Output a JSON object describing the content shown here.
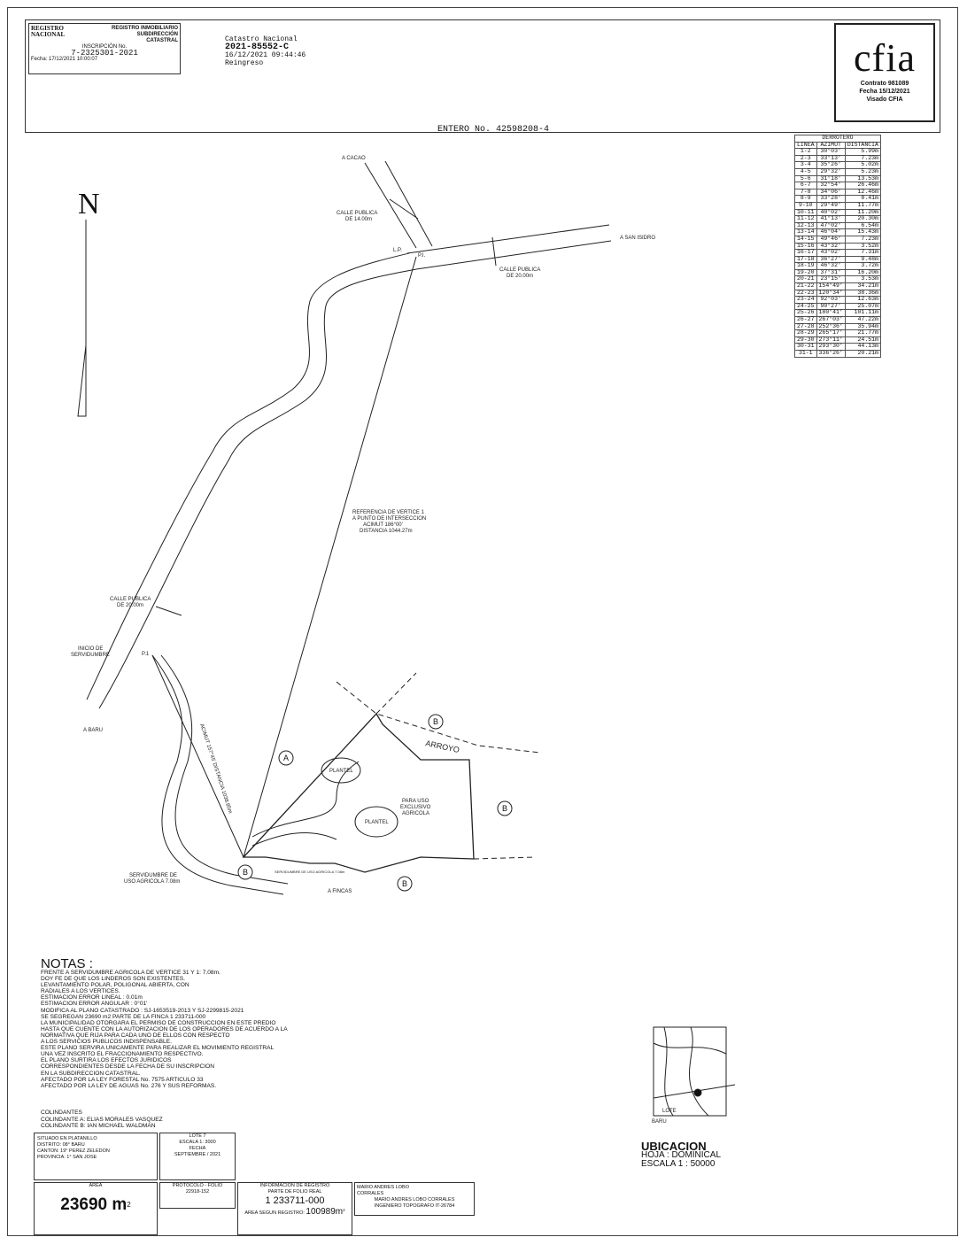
{
  "stamp": {
    "title_line1": "REGISTRO INMOBILIARIO",
    "title_line2": "SUBDIRECCIÓN",
    "title_line3": "CATASTRAL",
    "logo_text": "REGISTRO NACIONAL",
    "inscripcion_label": "INSCRIPCIÓN No.",
    "inscripcion_no": "7-2325301-2021",
    "fecha_line": "Fecha: 17/12/2021 10:00:07"
  },
  "catastro": {
    "line1": "Catastro Nacional",
    "line2": "2021-85552-C",
    "line3": "16/12/2021 09:44:46",
    "line4": "Reingreso"
  },
  "cfia": {
    "logo": "cfia",
    "contrato": "Contrato 981089",
    "fecha": "Fecha 15/12/2021",
    "visado": "Visado CFIA"
  },
  "entero": "ENTERO No. 42598208-4",
  "derrotero": {
    "title": "DERROTERO",
    "headers": [
      "LINEA",
      "AZIMUT",
      "DISTANCIA"
    ],
    "rows": [
      [
        "1-2",
        "30°03'",
        "5.99m"
      ],
      [
        "2-3",
        "33°13'",
        "7.23m"
      ],
      [
        "3-4",
        "35°26'",
        "5.02m"
      ],
      [
        "4-5",
        "29°32'",
        "5.23m"
      ],
      [
        "5-6",
        "31°18'",
        "13.53m"
      ],
      [
        "6-7",
        "32°54'",
        "26.46m"
      ],
      [
        "7-8",
        "34°06'",
        "12.46m"
      ],
      [
        "8-9",
        "33°28'",
        "8.41m"
      ],
      [
        "9-10",
        "29°49'",
        "11.77m"
      ],
      [
        "10-11",
        "40°02'",
        "11.20m"
      ],
      [
        "11-12",
        "41°13'",
        "20.30m"
      ],
      [
        "12-13",
        "47°02'",
        "6.54m"
      ],
      [
        "13-14",
        "46°04'",
        "15.43m"
      ],
      [
        "14-15",
        "49°46'",
        "7.23m"
      ],
      [
        "15-16",
        "43°32'",
        "3.52m"
      ],
      [
        "16-17",
        "43°02'",
        "7.31m"
      ],
      [
        "17-18",
        "36°27'",
        "9.48m"
      ],
      [
        "18-19",
        "46°32'",
        "3.72m"
      ],
      [
        "19-20",
        "37°31'",
        "16.20m"
      ],
      [
        "20-21",
        "23°15'",
        "3.53m"
      ],
      [
        "21-22",
        "154°49'",
        "34.21m"
      ],
      [
        "22-23",
        "120°34'",
        "38.36m"
      ],
      [
        "23-24",
        "92°03'",
        "12.63m"
      ],
      [
        "24-25",
        "90°27'",
        "25.07m"
      ],
      [
        "25-26",
        "180°41'",
        "101.11m"
      ],
      [
        "26-27",
        "267°03'",
        "47.22m"
      ],
      [
        "27-28",
        "252°36'",
        "35.94m"
      ],
      [
        "28-29",
        "265°17'",
        "21.77m"
      ],
      [
        "29-30",
        "273°11'",
        "24.51m"
      ],
      [
        "30-31",
        "293°30'",
        "44.13m"
      ],
      [
        "31-1",
        "336°26'",
        "20.21m"
      ]
    ]
  },
  "map": {
    "north": "N",
    "a_cacao": "A CACAO",
    "calle14": "CALLE PUBLICA",
    "calle14_w": "DE 14.00m",
    "lp": "L.P.",
    "p1": "P.I.",
    "san_isidro": "A SAN ISIDRO",
    "calle20": "CALLE PUBLICA",
    "calle20_w": "DE 20.00m",
    "ref1": "REFERENCIA DE VERTICE 1",
    "ref2": "A PUNTO DE INTERSECCION",
    "ref3": "ACIMUT 186°00'",
    "ref4": "DISTANCIA 1044.27m",
    "calle20b": "CALLE PUBLICA",
    "calle20b_w": "DE 20.00m",
    "inicio1": "INICIO DE",
    "inicio2": "SERVIDUMBRE",
    "p1b": "P.1",
    "a_baru": "A BARU",
    "acimut_serv": "ACIMUT 157°45' DISTANCIA 1038.85m",
    "arroyo": "ARROYO",
    "plantel1": "PLANTEL",
    "plantel2": "PLANTEL",
    "uso1": "PARA USO",
    "uso2": "EXCLUSIVO",
    "uso3": "AGRICOLA",
    "serv1": "SERVIDUMBRE DE",
    "serv2": "USO AGRICOLA 7.08m",
    "serv_uso": "SERVIDUMBRE DE USO AGRICOLA 7.08m",
    "a_fincas": "A FINCAS",
    "letter_a": "A",
    "letter_b": "B"
  },
  "notas": {
    "title": "NOTAS :",
    "lines": [
      "FRENTE A SERVIDUMBRE AGRICOLA DE VERTICE 31 Y 1: 7.08m.",
      "DOY FE DE QUE LOS LINDEROS SON EXISTENTES.",
      "LEVANTAMIENTO POLAR, POLIGONAL ABIERTA, CON",
      "RADIALES A LOS VERTICES.",
      "ESTIMACION ERROR LINEAL : 0.01m",
      "ESTIMACION ERROR ANGULAR : 0°01'",
      "MODIFICA AL PLANO CATASTRADO : SJ-1653519-2013 Y SJ-2299815-2021",
      "SE SEGREGAN 23690 m2 PARTE DE LA FINCA 1 233711-000",
      "LA MUNICIPALIDAD OTORGARA EL PERMISO DE CONSTRUCCION EN ESTE PREDIO",
      "HASTA QUE CUENTE CON LA AUTORIZACION DE LOS OPERADORES DE ACUERDO A LA",
      "NORMATIVA QUE RIJA PARA CADA UNO DE ELLOS CON RESPECTO",
      "A LOS SERVICIOS PUBLICOS INDISPENSABLE.",
      "ESTE PLANO SERVIRA UNICAMENTE PARA REALIZAR EL MOVIMIENTO REGISTRAL",
      "UNA VEZ INSCRITO EL FRACCIONAMIENTO RESPECTIVO.",
      "EL PLANO SURTIRA LOS EFECTOS JURIDICOS",
      "CORRESPONDIENTES DESDE LA FECHA DE SU INSCRIPCION",
      "EN LA SUBDIRECCION CATASTRAL.",
      "AFECTADO POR LA LEY FORESTAL No. 7575 ARTICULO 33",
      "AFECTADO POR LA LEY DE AGUAS No. 276 Y SUS REFORMAS."
    ]
  },
  "colindantes": {
    "title": "COLINDANTES",
    "a": "COLINDANTE A: ELIAS MORALES VASQUEZ",
    "b": "COLINDANTE B: IAN MICHAEL WALDMAN"
  },
  "situado": {
    "l1": "SITUADO EN PLATANILLO",
    "l2": "DISTRITO: 08° BARU",
    "l3": "CANTON: 19° PEREZ ZELEDON",
    "l4": "PROVINCIA: 1° SAN JOSE"
  },
  "lote": {
    "lote": "LOTE 7",
    "escala": "ESCALA 1: 3000",
    "fecha_l": "FECHA",
    "fecha": "SEPTIEMBRE / 2021",
    "protocolo_l": "PROTOCOLO - FOLIO",
    "protocolo": "22918-152"
  },
  "area": {
    "label": "AREA",
    "value": "23690 m",
    "sup": "2"
  },
  "registro": {
    "l1": "INFORMACION DE REGISTRO",
    "l2": "PARTE DE FOLIO REAL",
    "folio": "1 233711-000",
    "area_label": "AREA SEGUN REGISTRO:",
    "area": "100989m",
    "sup": "2"
  },
  "firma": {
    "l1": "MARIO ANDRES LOBO",
    "l2": "CORRALES",
    "l3": "MARIO ANDRES LOBO CORRALES",
    "l4": "INGENIERO TOPOGRAFO IT-26784"
  },
  "ubicacion": {
    "title": "UBICACION",
    "hoja": "HOJA : DOMINICAL",
    "escala": "ESCALA 1 : 50000",
    "lote": "LOTE",
    "baru": "BARU"
  }
}
